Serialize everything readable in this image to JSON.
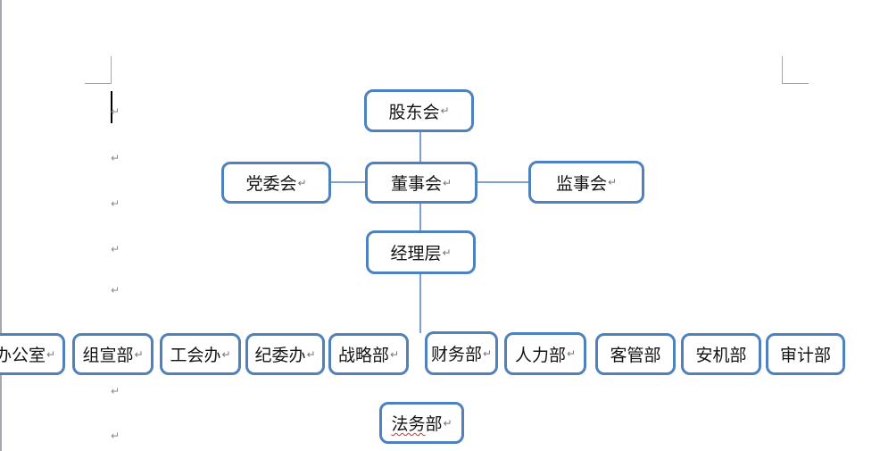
{
  "marks": {
    "pilcrow": "↵"
  },
  "colors": {
    "box_border": "#4e81bd",
    "connector": "#7da0d2",
    "text": "#141414",
    "formatting_mark": "#767676",
    "margin_mark": "#a6a6a6",
    "page_edge": "#a7a7af",
    "spellcheck_squiggle": "#dd2c2c",
    "caret": "#000000"
  },
  "org_chart": {
    "nodes": [
      {
        "id": "shareholders",
        "label": "股东会",
        "pilcrow": true
      },
      {
        "id": "party-committee",
        "label": "党委会",
        "pilcrow": true
      },
      {
        "id": "board-of-directors",
        "label": "董事会",
        "pilcrow": true
      },
      {
        "id": "supervisory-board",
        "label": "监事会",
        "pilcrow": true
      },
      {
        "id": "management-level",
        "label": "经理层",
        "pilcrow": true
      },
      {
        "id": "general-office",
        "label": "办公室",
        "pilcrow": true
      },
      {
        "id": "org-publicity-dept",
        "label": "组宣部",
        "pilcrow": true
      },
      {
        "id": "union-office",
        "label": "工会办",
        "pilcrow": true
      },
      {
        "id": "discipline-office",
        "label": "纪委办",
        "pilcrow": true
      },
      {
        "id": "strategy-dept",
        "label": "战略部",
        "pilcrow": true
      },
      {
        "id": "finance-dept",
        "label": "财务部",
        "pilcrow": true
      },
      {
        "id": "hr-dept",
        "label": "人力部",
        "pilcrow": true
      },
      {
        "id": "customer-mgmt-dept",
        "label": "客管部",
        "pilcrow": false
      },
      {
        "id": "safety-machinery-dept",
        "label": "安机部",
        "pilcrow": false
      },
      {
        "id": "audit-dept",
        "label": "审计部",
        "pilcrow": false
      },
      {
        "id": "legal-dept",
        "label": "法务部",
        "pilcrow": true,
        "typo_part": "法务",
        "rest_part": "部",
        "spellcheck_underline": true
      }
    ],
    "edges": [
      [
        "shareholders",
        "board-of-directors"
      ],
      [
        "party-committee",
        "board-of-directors"
      ],
      [
        "board-of-directors",
        "supervisory-board"
      ],
      [
        "board-of-directors",
        "management-level"
      ],
      [
        "management-level",
        "departments-row"
      ]
    ]
  }
}
